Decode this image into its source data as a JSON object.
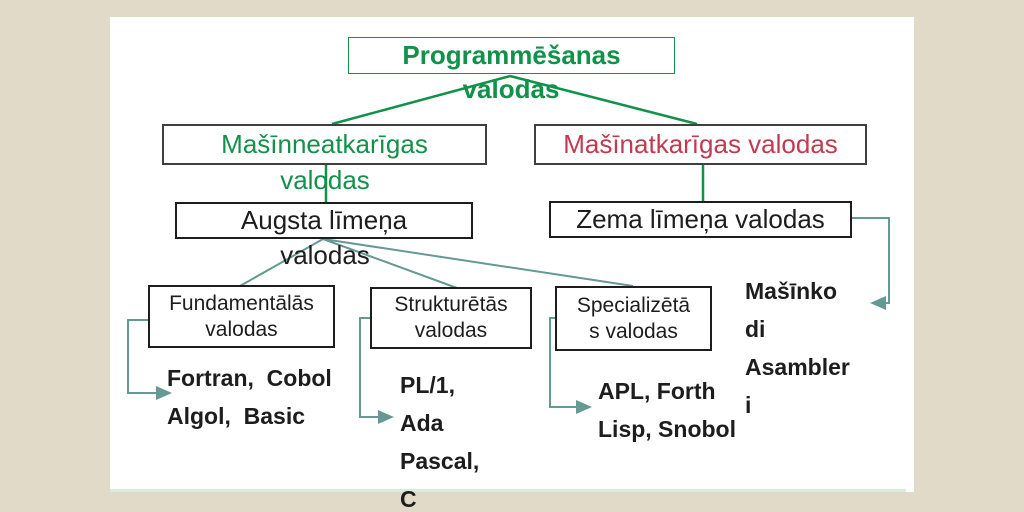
{
  "colors": {
    "green": "#12914a",
    "red": "#c23a50",
    "teal": "#649a93",
    "ink": "#1d1d1d",
    "border_dark": "#3f3f3f",
    "background": "#e2dac8",
    "panel": "#ffffff"
  },
  "slide": {
    "nodes": {
      "root": {
        "line1": "Programmēšanas",
        "line2": "valodas"
      },
      "machine_independent": {
        "line1": "Mašīnneatkarīgas",
        "line2": "valodas"
      },
      "machine_dependent": {
        "line1": "Mašīnatkarīgas valodas"
      },
      "high_level": {
        "line1": "Augsta līmeņa",
        "line2": "valodas"
      },
      "low_level": {
        "line1": "Zema līmeņa valodas"
      },
      "fundamental": {
        "line1": "Fundamentālās",
        "line2": "valodas"
      },
      "structured": {
        "line1": "Strukturētās",
        "line2": "valodas"
      },
      "specialized": {
        "line1": "Specializētā",
        "line2": "s valodas"
      }
    },
    "lists": {
      "fundamental_examples": "Fortran,  Cobol\nAlgol,  Basic",
      "structured_examples": "PL/1,\nAda\nPascal,\nC",
      "specialized_examples": "APL, Forth\nLisp, Snobol",
      "low_level_examples": "Mašīnko\ndi\nAsambler\ni"
    }
  }
}
